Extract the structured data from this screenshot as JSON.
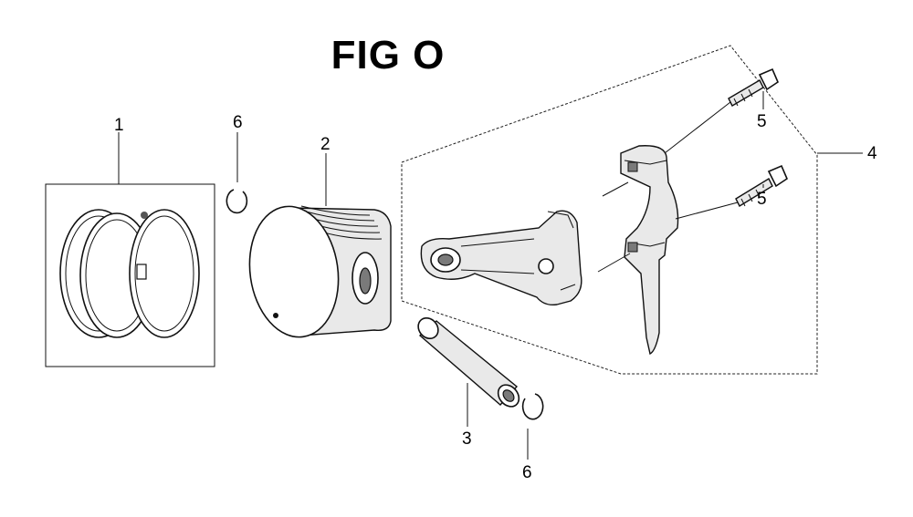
{
  "figure": {
    "title": "FIG O"
  },
  "callouts": [
    {
      "id": "c1",
      "number": "1",
      "part": "piston-ring-set"
    },
    {
      "id": "c2",
      "number": "2",
      "part": "piston"
    },
    {
      "id": "c3",
      "number": "3",
      "part": "piston-pin"
    },
    {
      "id": "c4",
      "number": "4",
      "part": "connecting-rod-assembly"
    },
    {
      "id": "c5a",
      "number": "5",
      "part": "connecting-rod-bolt"
    },
    {
      "id": "c5b",
      "number": "5",
      "part": "connecting-rod-bolt"
    },
    {
      "id": "c6a",
      "number": "6",
      "part": "piston-pin-clip"
    },
    {
      "id": "c6b",
      "number": "6",
      "part": "piston-pin-clip"
    }
  ]
}
